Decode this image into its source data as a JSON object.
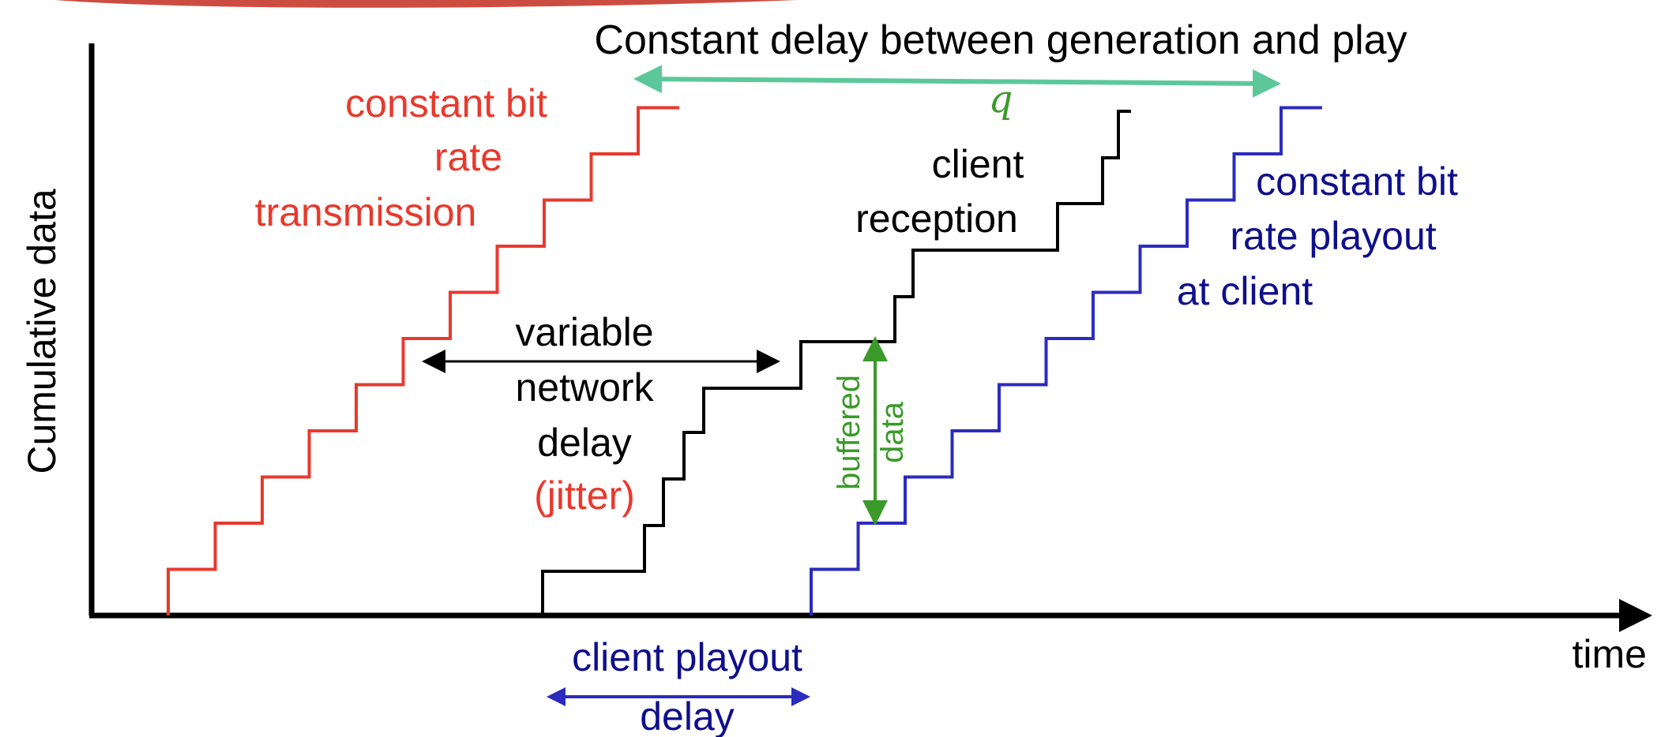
{
  "title": "Constant delay between generation and play",
  "q_symbol": "q",
  "axes": {
    "y_label": "Cumulative data",
    "x_label": "time"
  },
  "labels": {
    "transmission": [
      "constant bit",
      "rate",
      "transmission"
    ],
    "reception": [
      "client",
      "reception"
    ],
    "playout": [
      "constant bit",
      "rate playout",
      "at client"
    ],
    "network_delay": [
      "variable",
      "network",
      "delay"
    ],
    "jitter": "(jitter)",
    "buffered": [
      "buffered",
      "data"
    ],
    "client_delay": [
      "client playout",
      "delay"
    ]
  },
  "colors": {
    "transmission": "#e8392d",
    "reception": "#000000",
    "playout": "#2b2bbf",
    "playout_text": "#0f0f8c",
    "buffered": "#3b9a2a",
    "delay_arrow": "#5cc89a",
    "q": "#3b9a2a",
    "axis": "#000000"
  }
}
